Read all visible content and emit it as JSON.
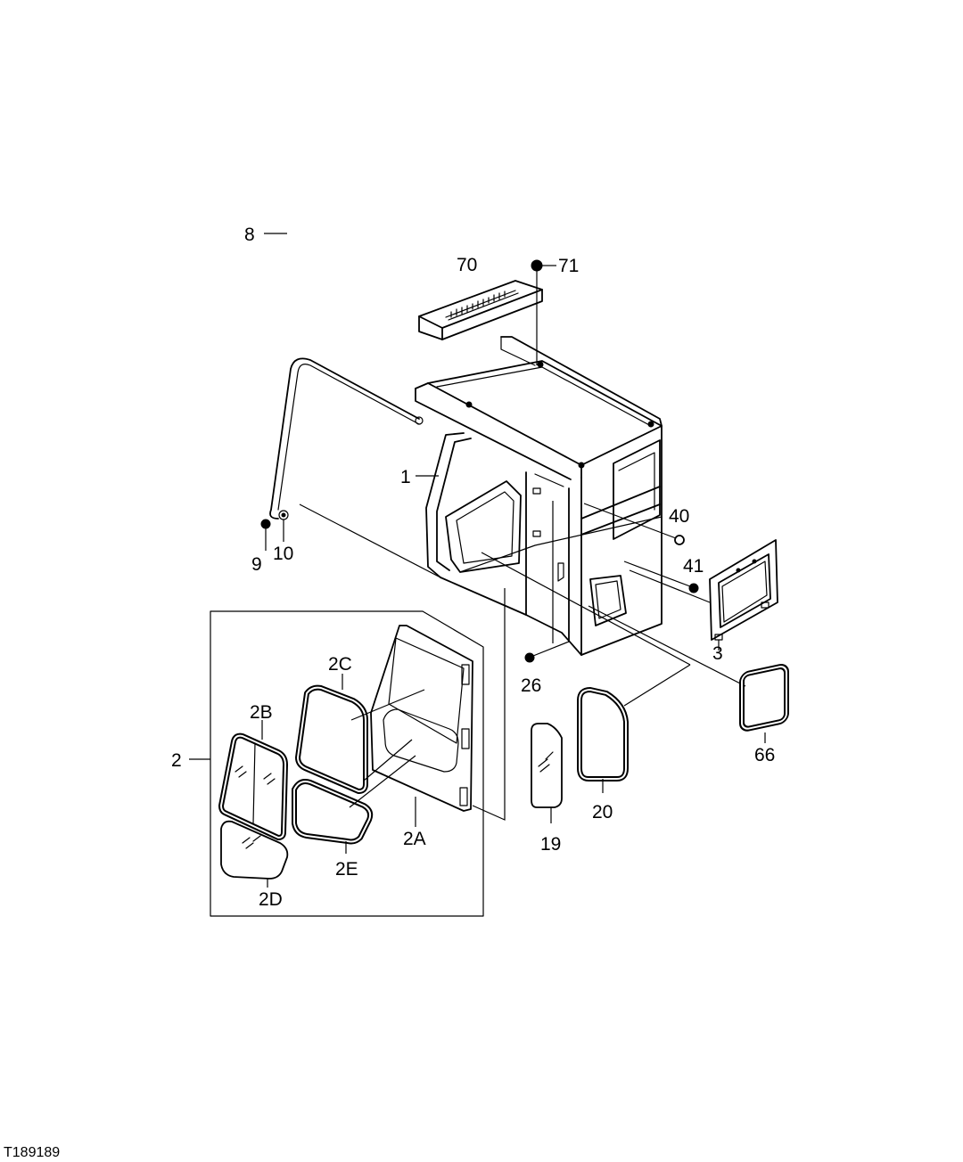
{
  "reference_id": "T189189",
  "callouts": {
    "c70": "70",
    "c71": "71",
    "c8": "8",
    "c1": "1",
    "c9": "9",
    "c10": "10",
    "c40": "40",
    "c41": "41",
    "c3": "3",
    "c26": "26",
    "c66": "66",
    "c2": "2",
    "c2A": "2A",
    "c2B": "2B",
    "c2C": "2C",
    "c2D": "2D",
    "c2E": "2E",
    "c19": "19",
    "c20": "20"
  },
  "icons": {
    "fastener": "bolt-icon"
  }
}
